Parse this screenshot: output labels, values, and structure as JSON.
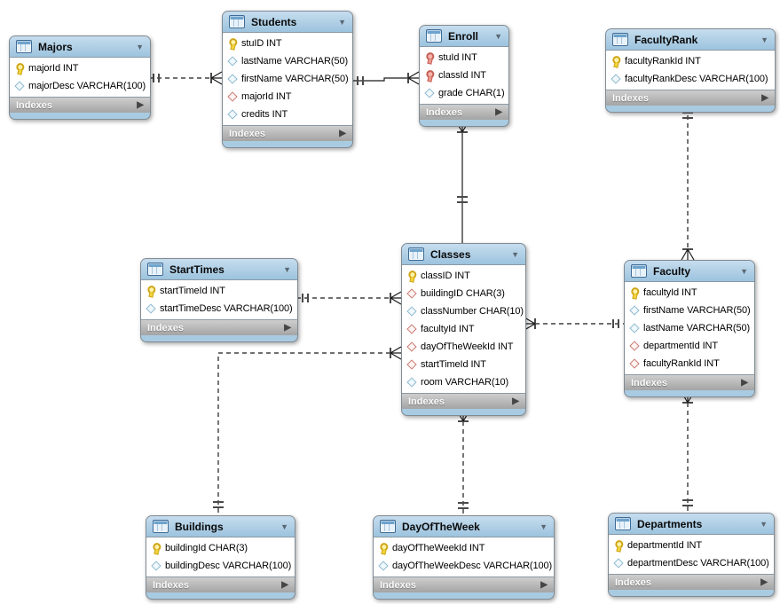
{
  "icons": {
    "collapse_caret": "▼",
    "expand_arrow": "▶"
  },
  "colors": {
    "table_header": "#a9cbe2",
    "indexes_bar": "#b5b5b5",
    "primary_key_icon": "#e8c613",
    "foreign_key_icon": "#c0504d",
    "column_icon": "#8fbacf",
    "canvas": "#ffffff"
  },
  "tables": [
    {
      "title": "Majors",
      "footer": "Indexes",
      "columns": [
        {
          "icon": "primary-key",
          "label": "majorId INT"
        },
        {
          "icon": "column",
          "label": "majorDesc VARCHAR(100)"
        }
      ]
    },
    {
      "title": "Students",
      "footer": "Indexes",
      "columns": [
        {
          "icon": "primary-key",
          "label": "stuID INT"
        },
        {
          "icon": "column",
          "label": "lastName VARCHAR(50)"
        },
        {
          "icon": "column",
          "label": "firstName VARCHAR(50)"
        },
        {
          "icon": "foreign-key",
          "label": "majorId INT"
        },
        {
          "icon": "column",
          "label": "credits INT"
        }
      ]
    },
    {
      "title": "Enroll",
      "footer": "Indexes",
      "columns": [
        {
          "icon": "primary-foreign-key",
          "label": "stuId INT"
        },
        {
          "icon": "primary-foreign-key",
          "label": "classId INT"
        },
        {
          "icon": "column",
          "label": "grade CHAR(1)"
        }
      ]
    },
    {
      "title": "FacultyRank",
      "footer": "Indexes",
      "columns": [
        {
          "icon": "primary-key",
          "label": "facultyRankId INT"
        },
        {
          "icon": "column",
          "label": "facultyRankDesc VARCHAR(100)"
        }
      ]
    },
    {
      "title": "StartTimes",
      "footer": "Indexes",
      "columns": [
        {
          "icon": "primary-key",
          "label": "startTimeId INT"
        },
        {
          "icon": "column",
          "label": "startTimeDesc VARCHAR(100)"
        }
      ]
    },
    {
      "title": "Classes",
      "footer": "Indexes",
      "columns": [
        {
          "icon": "primary-key",
          "label": "classID INT"
        },
        {
          "icon": "foreign-key",
          "label": "buildingID CHAR(3)"
        },
        {
          "icon": "column",
          "label": "classNumber CHAR(10)"
        },
        {
          "icon": "foreign-key",
          "label": "facultyId INT"
        },
        {
          "icon": "foreign-key",
          "label": "dayOfTheWeekId INT"
        },
        {
          "icon": "foreign-key",
          "label": "startTimeId INT"
        },
        {
          "icon": "column",
          "label": "room VARCHAR(10)"
        }
      ]
    },
    {
      "title": "Faculty",
      "footer": "Indexes",
      "columns": [
        {
          "icon": "primary-key",
          "label": "facultyId INT"
        },
        {
          "icon": "column",
          "label": "firstName VARCHAR(50)"
        },
        {
          "icon": "column",
          "label": "lastName VARCHAR(50)"
        },
        {
          "icon": "foreign-key",
          "label": "departmentId INT"
        },
        {
          "icon": "foreign-key",
          "label": "facultyRankId INT"
        }
      ]
    },
    {
      "title": "Buildings",
      "footer": "Indexes",
      "columns": [
        {
          "icon": "primary-key",
          "label": "buildingId CHAR(3)"
        },
        {
          "icon": "column",
          "label": "buildingDesc VARCHAR(100)"
        }
      ]
    },
    {
      "title": "DayOfTheWeek",
      "footer": "Indexes",
      "columns": [
        {
          "icon": "primary-key",
          "label": "dayOfTheWeekId INT"
        },
        {
          "icon": "column",
          "label": "dayOfTheWeekDesc VARCHAR(100)"
        }
      ]
    },
    {
      "title": "Departments",
      "footer": "Indexes",
      "columns": [
        {
          "icon": "primary-key",
          "label": "departmentId INT"
        },
        {
          "icon": "column",
          "label": "departmentDesc VARCHAR(100)"
        }
      ]
    }
  ],
  "relationships": [
    {
      "from": "Majors",
      "to": "Students",
      "cardinality": "one-to-many",
      "line": "dashed"
    },
    {
      "from": "Students",
      "to": "Enroll",
      "cardinality": "one-to-many",
      "line": "solid"
    },
    {
      "from": "Classes",
      "to": "Enroll",
      "cardinality": "one-to-many",
      "line": "solid"
    },
    {
      "from": "FacultyRank",
      "to": "Faculty",
      "cardinality": "one-to-many",
      "line": "dashed"
    },
    {
      "from": "StartTimes",
      "to": "Classes",
      "cardinality": "one-to-many",
      "line": "dashed"
    },
    {
      "from": "Buildings",
      "to": "Classes",
      "cardinality": "one-to-many",
      "line": "dashed"
    },
    {
      "from": "Faculty",
      "to": "Classes",
      "cardinality": "one-to-many",
      "line": "dashed"
    },
    {
      "from": "DayOfTheWeek",
      "to": "Classes",
      "cardinality": "one-to-many",
      "line": "dashed"
    },
    {
      "from": "Departments",
      "to": "Faculty",
      "cardinality": "one-to-many",
      "line": "dashed"
    }
  ]
}
